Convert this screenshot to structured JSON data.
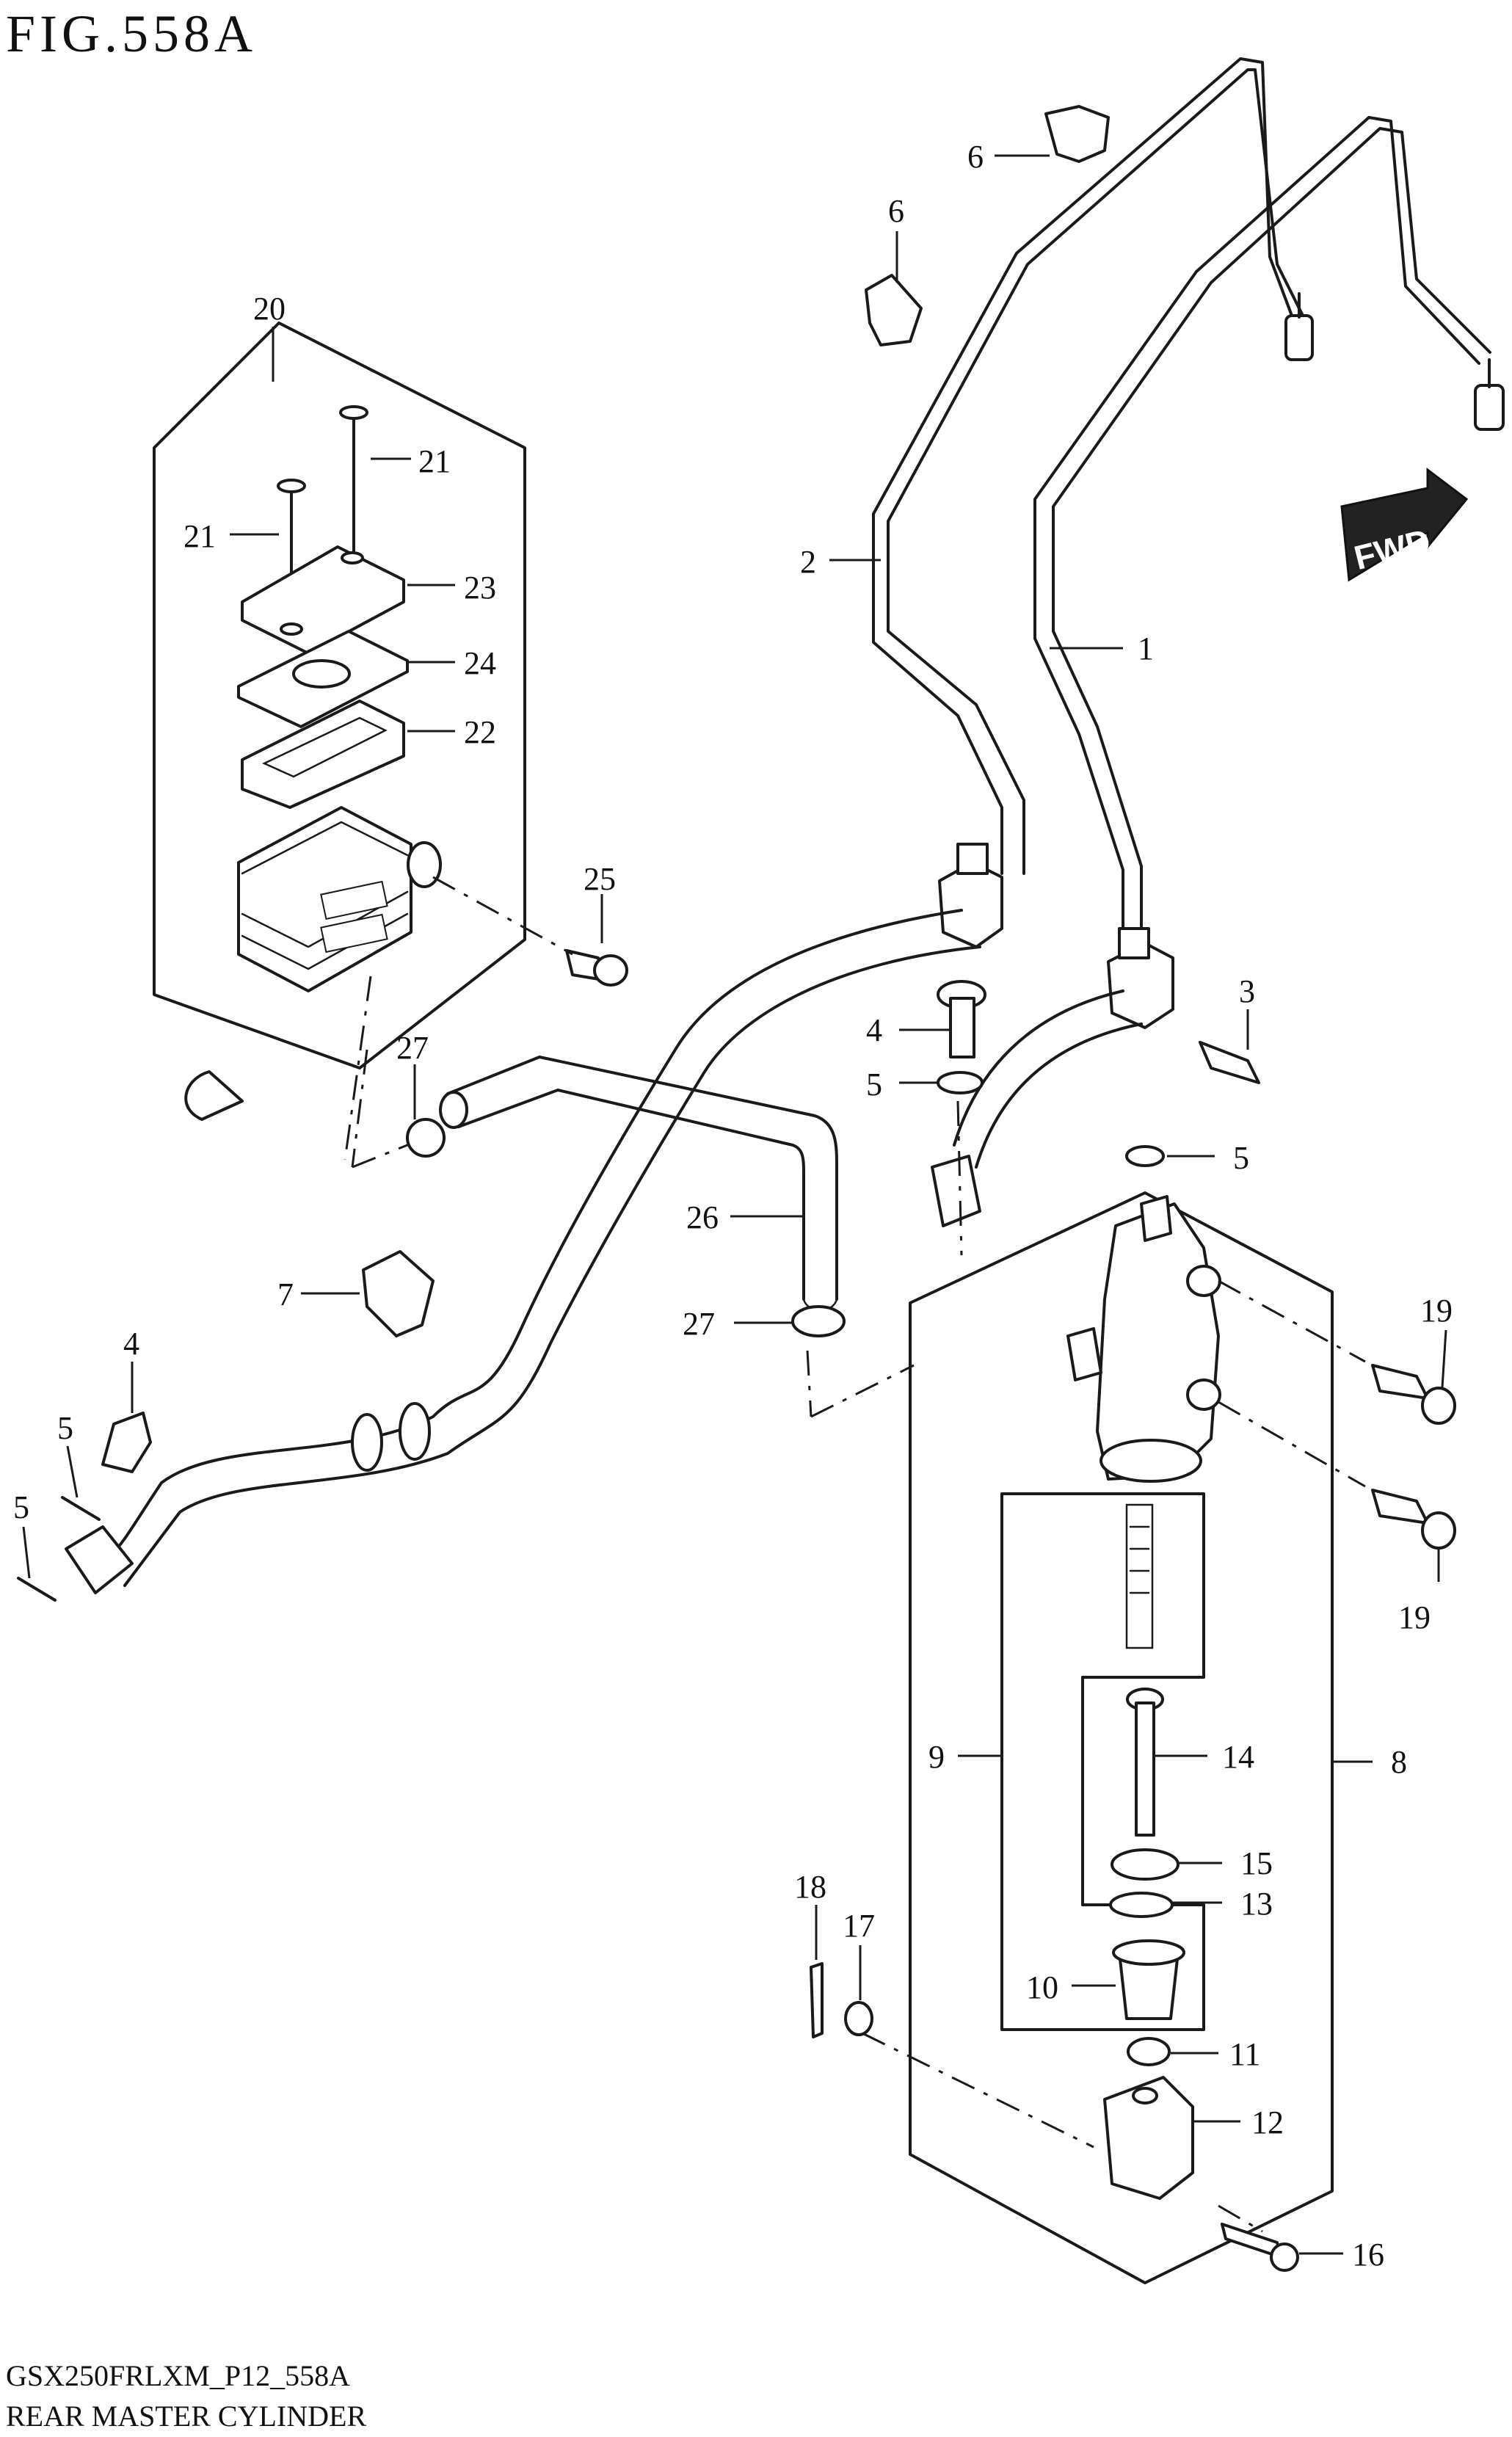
{
  "figure": {
    "title": "FIG.558A",
    "model_code": "GSX250FRLXM_P12_558A",
    "section_name": "REAR MASTER CYLINDER"
  },
  "direction_badge": {
    "label": "FWD",
    "icon": "forward-arrow-icon"
  },
  "callouts": [
    {
      "id": "c6a",
      "label": "6"
    },
    {
      "id": "c6b",
      "label": "6"
    },
    {
      "id": "c20",
      "label": "20"
    },
    {
      "id": "c21a",
      "label": "21"
    },
    {
      "id": "c21b",
      "label": "21"
    },
    {
      "id": "c2",
      "label": "2"
    },
    {
      "id": "c23",
      "label": "23"
    },
    {
      "id": "c24",
      "label": "24"
    },
    {
      "id": "c1",
      "label": "1"
    },
    {
      "id": "c22",
      "label": "22"
    },
    {
      "id": "c25",
      "label": "25"
    },
    {
      "id": "c3",
      "label": "3"
    },
    {
      "id": "c4a",
      "label": "4"
    },
    {
      "id": "c27a",
      "label": "27"
    },
    {
      "id": "c5a",
      "label": "5"
    },
    {
      "id": "c5b",
      "label": "5"
    },
    {
      "id": "c26",
      "label": "26"
    },
    {
      "id": "c7",
      "label": "7"
    },
    {
      "id": "c27b",
      "label": "27"
    },
    {
      "id": "c19a",
      "label": "19"
    },
    {
      "id": "c4b",
      "label": "4"
    },
    {
      "id": "c5c",
      "label": "5"
    },
    {
      "id": "c5d",
      "label": "5"
    },
    {
      "id": "c19b",
      "label": "19"
    },
    {
      "id": "c9",
      "label": "9"
    },
    {
      "id": "c14",
      "label": "14"
    },
    {
      "id": "c8",
      "label": "8"
    },
    {
      "id": "c15",
      "label": "15"
    },
    {
      "id": "c18",
      "label": "18"
    },
    {
      "id": "c13",
      "label": "13"
    },
    {
      "id": "c17",
      "label": "17"
    },
    {
      "id": "c10",
      "label": "10"
    },
    {
      "id": "c11",
      "label": "11"
    },
    {
      "id": "c12",
      "label": "12"
    },
    {
      "id": "c16",
      "label": "16"
    }
  ]
}
